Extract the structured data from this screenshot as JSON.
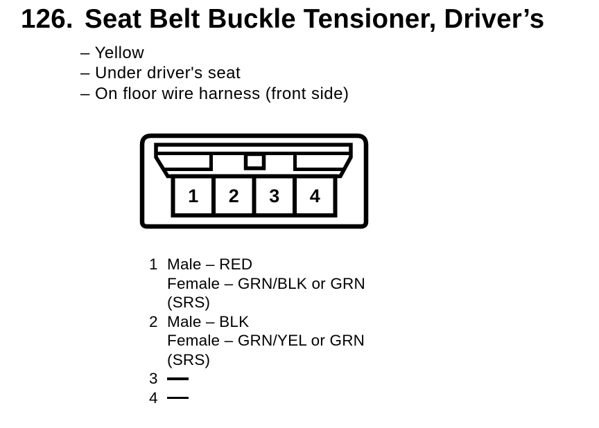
{
  "document": {
    "background": "#ffffff",
    "ink_color": "#000000"
  },
  "heading": {
    "number": "126.",
    "title": "Seat Belt Buckle Tensioner, Driver’s"
  },
  "details": [
    "– Yellow",
    "– Under driver's seat",
    "– On floor wire harness (front side)"
  ],
  "connector_diagram": {
    "type": "4-pin connector, front view",
    "pins": [
      "1",
      "2",
      "3",
      "4"
    ]
  },
  "pin_legend": {
    "items": [
      {
        "pin": "1",
        "lines": [
          "Male – RED",
          "Female – GRN/BLK or GRN",
          "(SRS)"
        ],
        "no_connection": false
      },
      {
        "pin": "2",
        "lines": [
          "Male – BLK",
          "Female – GRN/YEL or GRN",
          "(SRS)"
        ],
        "no_connection": false
      },
      {
        "pin": "3",
        "lines": [],
        "no_connection": true
      },
      {
        "pin": "4",
        "lines": [],
        "no_connection": true
      }
    ]
  }
}
